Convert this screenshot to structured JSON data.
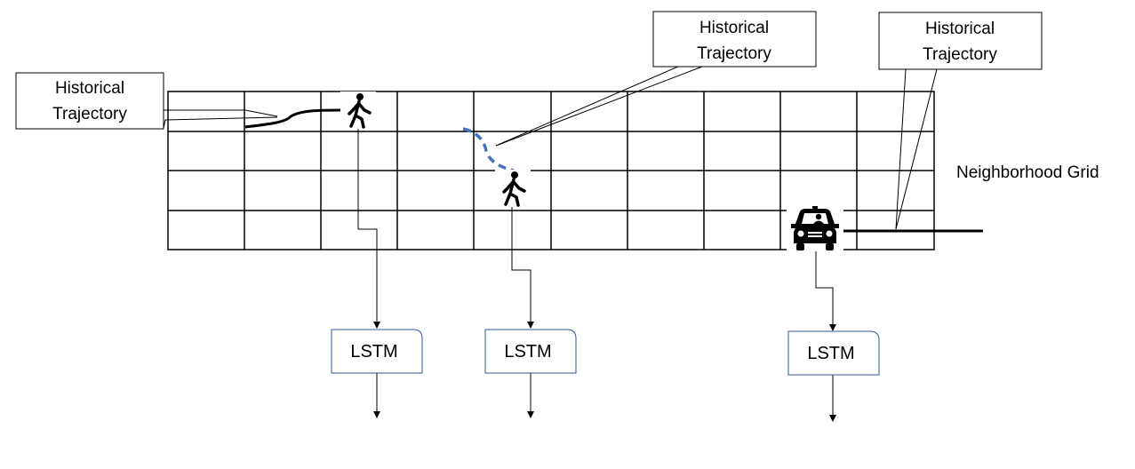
{
  "callouts": [
    {
      "line1": "Historical",
      "line2": "Trajectory"
    },
    {
      "line1": "Historical",
      "line2": "Trajectory"
    },
    {
      "line1": "Historical",
      "line2": "Trajectory"
    }
  ],
  "grid": {
    "label": "Neighborhood Grid",
    "rows": 4,
    "cols": 10
  },
  "lstm_blocks": [
    {
      "label": "LSTM"
    },
    {
      "label": "LSTM"
    },
    {
      "label": "LSTM"
    }
  ],
  "agents": [
    {
      "icon": "pedestrian-icon"
    },
    {
      "icon": "pedestrian-icon"
    },
    {
      "icon": "car-icon"
    }
  ],
  "colors": {
    "line": "#000000",
    "dashed_trajectory": "#4472c4",
    "lstm_border": "#2f5597"
  }
}
